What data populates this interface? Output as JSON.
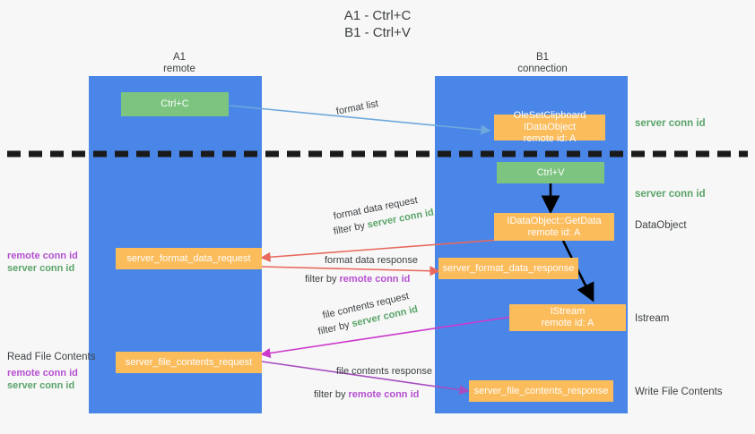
{
  "title": {
    "line1": "A1 - Ctrl+C",
    "line2": "B1 - Ctrl+V"
  },
  "lanes": [
    {
      "id": "a1",
      "title": "A1",
      "subtitle": "remote",
      "color": "#4a86e8"
    },
    {
      "id": "b1",
      "title": "B1",
      "subtitle": "connection",
      "color": "#4a86e8"
    }
  ],
  "nodes": {
    "ctrl_c": {
      "label": "Ctrl+C",
      "color": "#7cc47f"
    },
    "ctrl_v": {
      "label": "Ctrl+V",
      "color": "#7cc47f"
    },
    "idataobject_set": {
      "line1": "OleSetClipboard IDataObject",
      "line2": "remote id: A",
      "color": "#fbbc5c"
    },
    "idataobject_get": {
      "line1": "IDataObject::GetData",
      "line2": "remote id: A",
      "color": "#fbbc5c"
    },
    "istream": {
      "line1": "IStream",
      "line2": "remote id: A",
      "color": "#fbbc5c"
    },
    "server_format_data_request": {
      "label": "server_format_data_request",
      "color": "#fbbc5c"
    },
    "server_format_data_response": {
      "label": "server_format_data_response",
      "color": "#fbbc5c"
    },
    "server_file_contents_request": {
      "label": "server_file_contents_request",
      "color": "#fbbc5c"
    },
    "server_file_contents_response": {
      "label": "server_file_contents_response",
      "color": "#fbbc5c"
    }
  },
  "right_labels": {
    "server_conn_id_top": "server conn id",
    "server_conn_id_mid": "server conn id",
    "dataobject": "DataObject",
    "istream": "Istream",
    "write_file_contents": "Write File Contents"
  },
  "left_labels": {
    "read_file_contents": "Read File Contents",
    "remote_conn_id": "remote conn id",
    "server_conn_id": "server conn id"
  },
  "captions": {
    "format_list": "format list",
    "format_data_request": "format data request",
    "format_data_request_filter_prefix": "filter by ",
    "format_data_request_filter_tag": "server conn id",
    "format_data_response": "format data response",
    "format_data_response_filter_prefix": "filter by ",
    "format_data_response_filter_tag": "remote conn id",
    "file_contents_request": "file contents request",
    "file_contents_request_filter_prefix": "filter by ",
    "file_contents_request_filter_tag": "server conn id",
    "file_contents_response": "file contents response",
    "file_contents_response_filter_prefix": "filter by ",
    "file_contents_response_filter_tag": "remote conn id"
  },
  "colors": {
    "lane": "#4a86e8",
    "green_node": "#7cc47f",
    "orange_node": "#fbbc5c",
    "server_conn_id": "#5aa469",
    "remote_conn_id": "#b44fd0",
    "arrow_blue": "#6fa8dc",
    "arrow_red": "#e8685d",
    "arrow_magenta": "#cc39cc",
    "arrow_purple": "#a64dbf",
    "arrow_black": "#000000",
    "divider": "#1a1a1a",
    "background": "#f7f7f7"
  }
}
